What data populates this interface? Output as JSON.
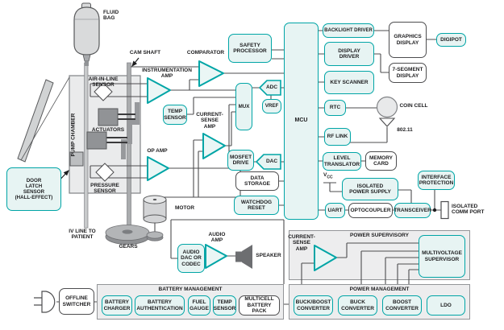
{
  "colors": {
    "accent_teal": "#00a5a6",
    "teal_fill": "#e7f4f3",
    "line_gray": "#4d4d4f",
    "section_fill": "#ededee"
  },
  "labels": {
    "fluid_bag": "FLUID\nBAG",
    "cam_shaft": "CAM SHAFT",
    "pump_chamber": "PUMP CHAMBER",
    "air_in_line_sensor": "AIR-IN-LINE\nSENSOR",
    "actuators": "ACTUATORS",
    "pressure_sensor": "PRESSURE\nSENSOR",
    "door_latch_sensor": "DOOR\nLATCH\nSENSOR\n(HALL-EFFECT)",
    "iv_line": "IV LINE TO\nPATIENT",
    "gears": "GEARS",
    "motor": "MOTOR",
    "instrumentation_amp": "INSTRUMENTATION\nAMP",
    "comparator": "COMPARATOR",
    "op_amp": "OP AMP",
    "current_sense_amp": "CURRENT-\nSENSE\nAMP",
    "safety_processor": "SAFETY\nPROCESSOR",
    "temp_sensor": "TEMP\nSENSOR",
    "mosfet_drive": "MOSFET\nDRIVE",
    "data_storage": "DATA\nSTORAGE",
    "watchdog_reset": "WATCHDOG\nRESET",
    "mux": "MUX",
    "adc": "ADC",
    "vref": "VREF",
    "dac": "DAC",
    "mcu": "MCU",
    "backlight_driver": "BACKLIGHT DRIVER",
    "display_driver": "DISPLAY\nDRIVER",
    "key_scanner": "KEY SCANNER",
    "graphics_display": "GRAPHICS\nDISPLAY",
    "seven_segment_display": "7-SEGMENT\nDISPLAY",
    "digipot": "DIGIPOT",
    "rtc": "RTC",
    "coin_cell": "COIN CELL",
    "rf_link": "RF LINK",
    "wifi": "802.11",
    "level_translator": "LEVEL\nTRANSLATOR",
    "memory_card": "MEMORY\nCARD",
    "vcc_v": "V",
    "vcc_cc": "CC",
    "isolated_power_supply": "ISOLATED\nPOWER SUPPLY",
    "interface_protection": "INTERFACE\nPROTECTION",
    "uart": "UART",
    "optocoupler": "OPTOCOUPLER",
    "transceiver": "TRANSCEIVER",
    "isolated_comm_port": "ISOLATED\nCOMM PORT",
    "audio_dac": "AUDIO\nDAC OR\nCODEC",
    "audio_amp": "AUDIO\nAMP",
    "speaker": "SPEAKER",
    "power_supervisory": "POWER SUPERVISORY",
    "ps_current_sense_amp": "CURRENT-\nSENSE\nAMP",
    "multivoltage_supervisor": "MULTIVOLTAGE\nSUPERVISOR",
    "battery_management": "BATTERY MANAGEMENT",
    "battery_charger": "BATTERY\nCHARGER",
    "battery_authentication": "BATTERY\nAUTHENTICATION",
    "fuel_gauge": "FUEL\nGAUGE",
    "battery_temp_sensor": "TEMP\nSENSOR",
    "multicell_battery_pack": "MULTICELL\nBATTERY PACK",
    "power_management": "POWER MANAGEMENT",
    "buck_boost_converter": "BUCK/BOOST\nCONVERTER",
    "buck_converter": "BUCK\nCONVERTER",
    "boost_converter": "BOOST\nCONVERTER",
    "ldo": "LDO",
    "offline_switcher": "OFFLINE\nSWITCHER"
  }
}
